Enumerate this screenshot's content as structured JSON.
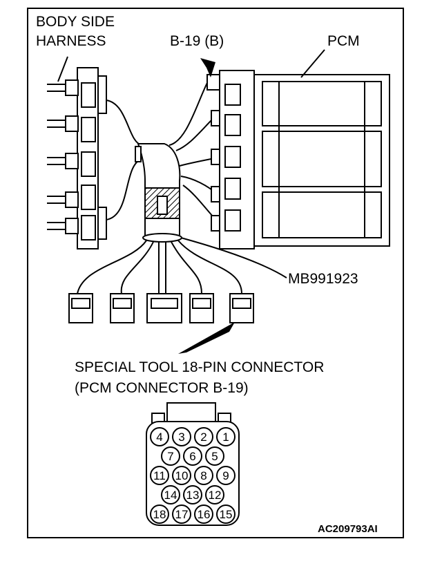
{
  "labels": {
    "body_side_line1": "BODY SIDE",
    "body_side_line2": "HARNESS",
    "connector_b19": "B-19 (B)",
    "pcm": "PCM",
    "tool_part_no": "MB991923",
    "special_tool_line1": "SPECIAL TOOL 18-PIN CONNECTOR",
    "special_tool_line2": "(PCM CONNECTOR B-19)",
    "figure_id": "AC209793AI"
  },
  "pin_face": {
    "rows": [
      [
        "4",
        "3",
        "2",
        "1"
      ],
      [
        "7",
        "6",
        "5"
      ],
      [
        "11",
        "10",
        "8",
        "9"
      ],
      [
        "14",
        "13",
        "12"
      ],
      [
        "18",
        "17",
        "16",
        "15"
      ]
    ]
  }
}
